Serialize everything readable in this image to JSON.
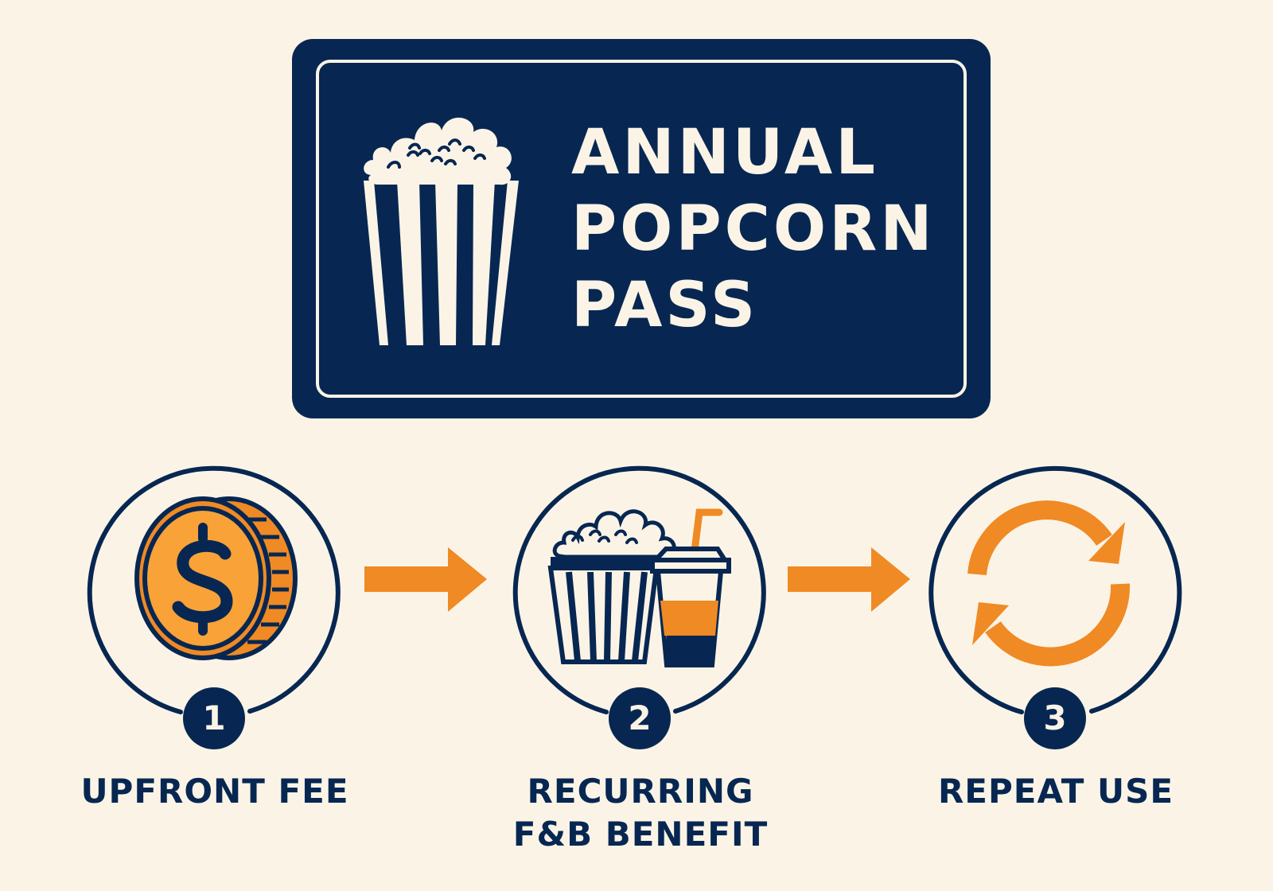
{
  "header": {
    "title_line1": "ANNUAL",
    "title_line2": "POPCORN",
    "title_line3": "PASS",
    "icon": "popcorn-bucket-icon"
  },
  "steps": [
    {
      "number": "1",
      "label_line1": "UPFRONT FEE",
      "label_line2": "",
      "icon": "dollar-coin-icon"
    },
    {
      "number": "2",
      "label_line1": "RECURRING",
      "label_line2": "F&B BENEFIT",
      "icon": "popcorn-and-drink-icon"
    },
    {
      "number": "3",
      "label_line1": "REPEAT USE",
      "label_line2": "",
      "icon": "refresh-cycle-icon"
    }
  ],
  "colors": {
    "background": "#FBF4E6",
    "navy": "#072752",
    "orange": "#F08A24",
    "cream": "#FBF4E6"
  }
}
